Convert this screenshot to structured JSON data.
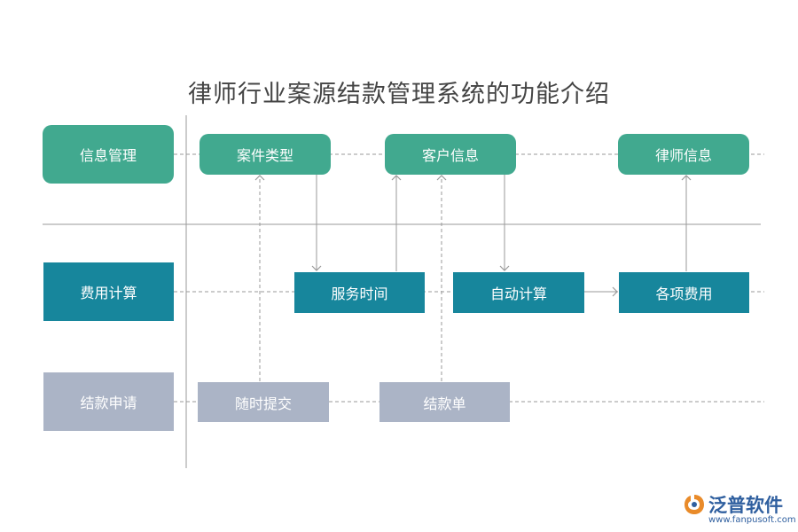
{
  "title": "律师行业案源结款管理系统的功能介绍",
  "rows": {
    "row1": "信息管理",
    "row2": "费用计算",
    "row3": "结款申请"
  },
  "nodes": {
    "case_type": "案件类型",
    "client_info": "客户信息",
    "lawyer_info": "律师信息",
    "service_time": "服务时间",
    "auto_calc": "自动计算",
    "item_fees": "各项费用",
    "submit_anytime": "随时提交",
    "settlement_form": "结款单"
  },
  "logo": {
    "name": "泛普软件",
    "url": "www.fanpusoft.com"
  },
  "colors": {
    "green": "#41a98f",
    "blue": "#17869c",
    "gray": "#abb4c6"
  }
}
